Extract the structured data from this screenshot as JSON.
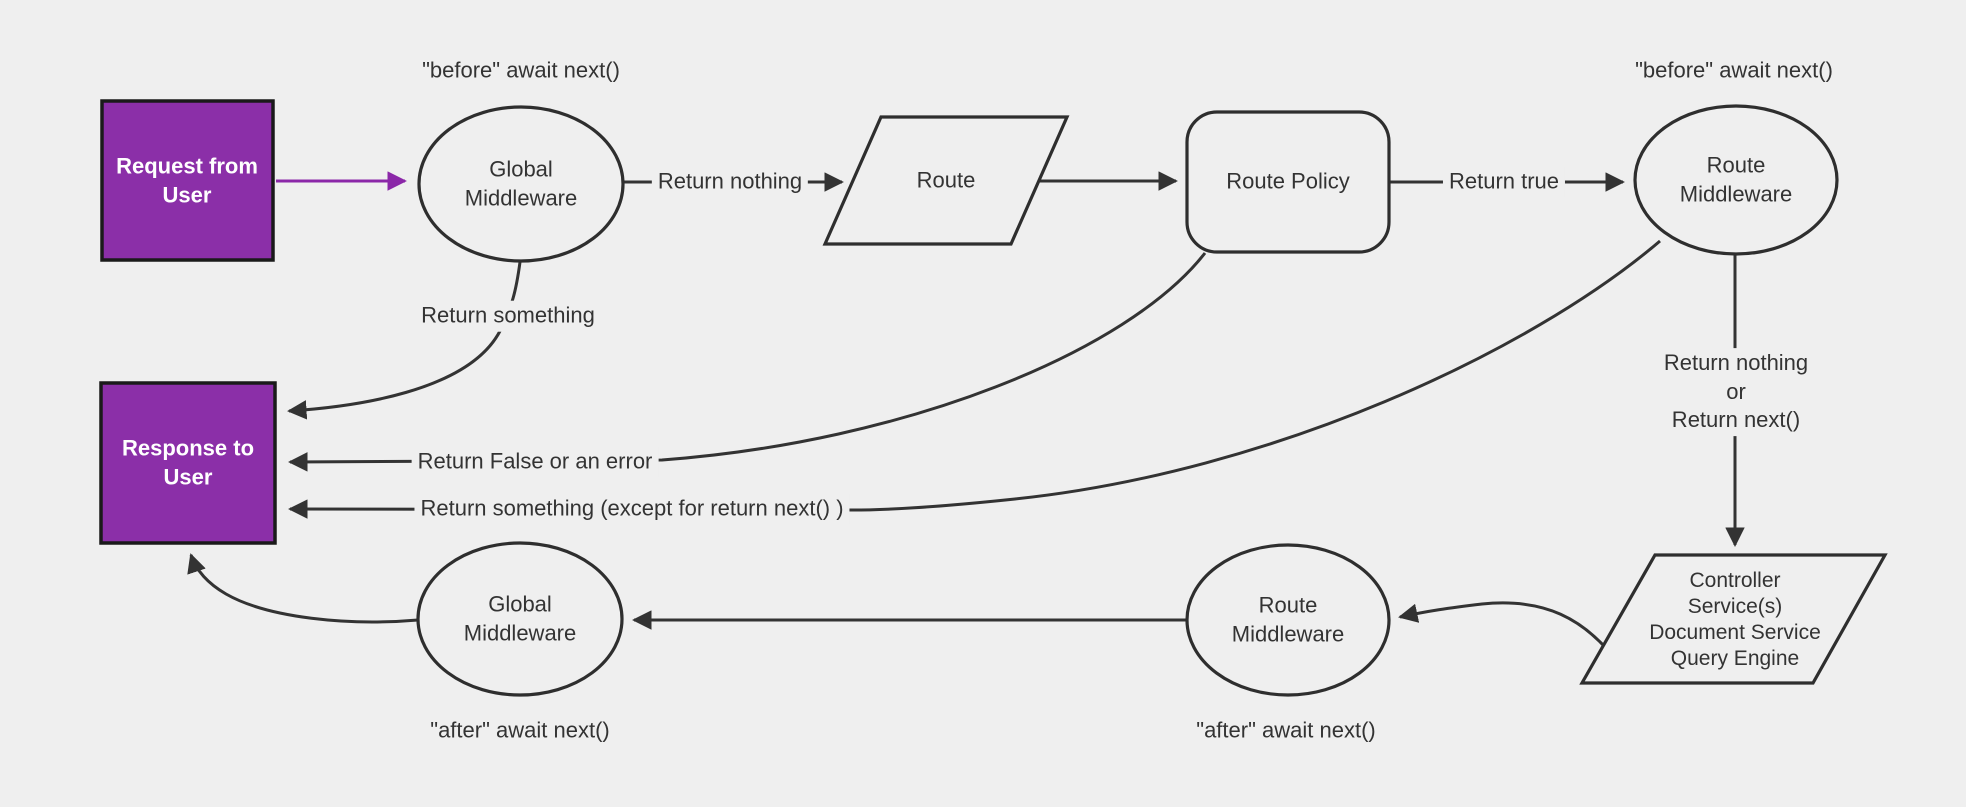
{
  "diagram": {
    "title": "middleware-request-flowchart",
    "background": "#efefef",
    "colors": {
      "purple_box_fill": "#8b2fa8",
      "purple_arrow": "#8b27a8",
      "box_border": "#1a1a1a",
      "shape_stroke": "#2e2e2e",
      "line": "#333333",
      "text": "#333333",
      "box_text": "#ffffff"
    },
    "nodes": {
      "request": {
        "label": "Request from User",
        "shape": "rect"
      },
      "response": {
        "label": "Response to User",
        "shape": "rect"
      },
      "global_mw_top": {
        "label": "Global Middleware",
        "shape": "ellipse"
      },
      "route": {
        "label": "Route",
        "shape": "parallelogram"
      },
      "route_policy": {
        "label": "Route Policy",
        "shape": "rounded-rect"
      },
      "route_mw_top": {
        "label": "Route Middleware",
        "shape": "ellipse"
      },
      "controller": {
        "label": "Controller\nService(s)\nDocument Service\nQuery Engine",
        "shape": "parallelogram"
      },
      "route_mw_bottom": {
        "label": "Route Middleware",
        "shape": "ellipse"
      },
      "global_mw_bottom": {
        "label": "Global Middleware",
        "shape": "ellipse"
      }
    },
    "edge_labels": {
      "before_left": "\"before\" await next()",
      "before_right": "\"before\" await next()",
      "return_nothing": "Return nothing",
      "return_true": "Return true",
      "return_something": "Return something",
      "return_false": "Return False or an error",
      "return_except": "Return something (except for return next() )",
      "return_nothing_or": "Return nothing\nor\nReturn next()",
      "after_left": "\"after\" await next()",
      "after_right": "\"after\" await next()"
    }
  }
}
